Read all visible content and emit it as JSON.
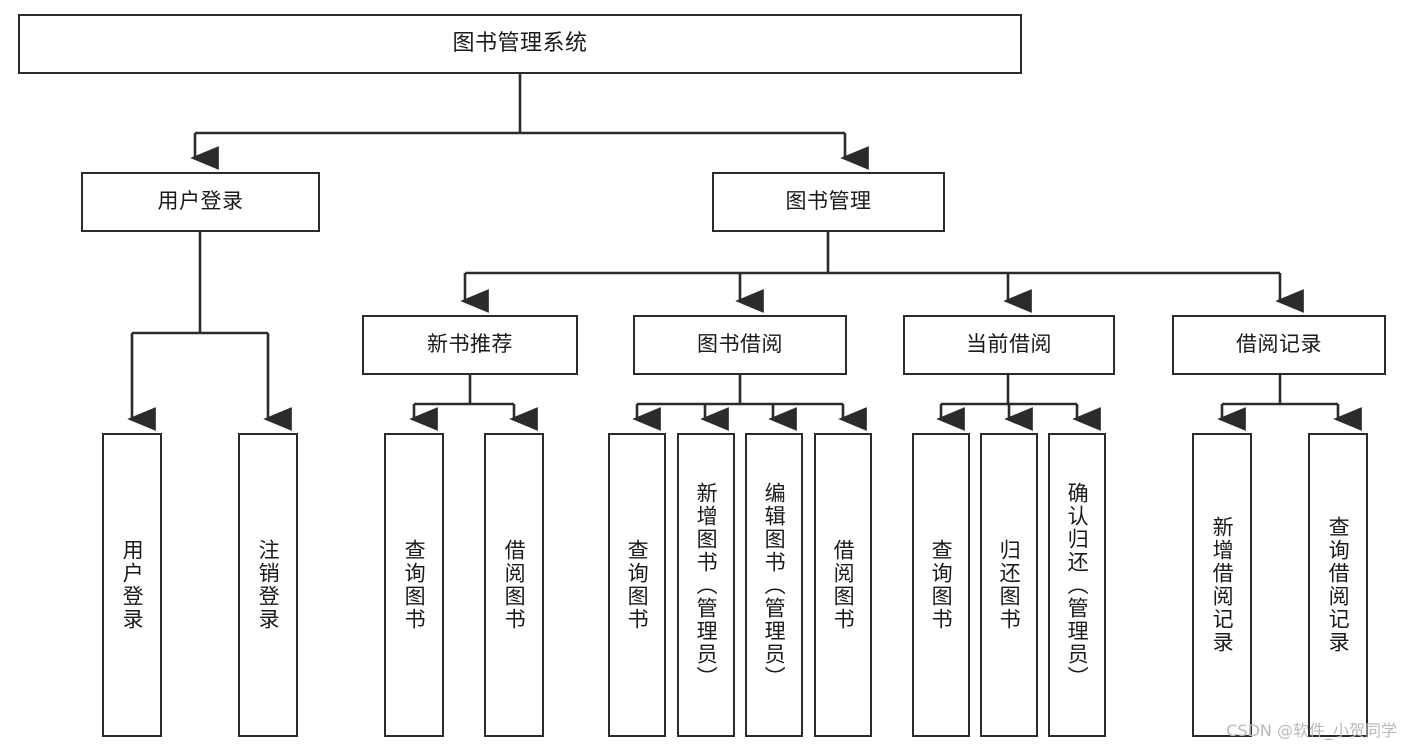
{
  "diagram": {
    "type": "tree",
    "title": "图书管理系统",
    "watermark": "CSDN @软件_小贺同学",
    "colors": {
      "background": "#ffffff",
      "stroke": "#2b2b2b",
      "node_fill": "#ffffff",
      "text": "#1a1a1a",
      "watermark": "#b9b9b9"
    },
    "nodes": {
      "root": {
        "label": "图书管理系统",
        "level": 0,
        "orientation": "horizontal"
      },
      "user_login": {
        "label": "用户登录",
        "level": 1,
        "orientation": "horizontal"
      },
      "book_manage": {
        "label": "图书管理",
        "level": 1,
        "orientation": "horizontal"
      },
      "new_book_rec": {
        "label": "新书推荐",
        "level": 2,
        "orientation": "horizontal"
      },
      "book_borrow": {
        "label": "图书借阅",
        "level": 2,
        "orientation": "horizontal"
      },
      "current_borrow": {
        "label": "当前借阅",
        "level": 2,
        "orientation": "horizontal"
      },
      "borrow_record": {
        "label": "借阅记录",
        "level": 2,
        "orientation": "horizontal"
      },
      "leaf_user_login": {
        "label": "用户登录",
        "level": 3,
        "orientation": "vertical"
      },
      "leaf_logout": {
        "label": "注销登录",
        "level": 3,
        "orientation": "vertical"
      },
      "leaf_query_book_1": {
        "label": "查询图书",
        "level": 3,
        "orientation": "vertical"
      },
      "leaf_borrow_book_1": {
        "label": "借阅图书",
        "level": 3,
        "orientation": "vertical"
      },
      "leaf_query_book_2": {
        "label": "查询图书",
        "level": 3,
        "orientation": "vertical"
      },
      "leaf_add_book": {
        "label": "新增图书（管理员）",
        "level": 3,
        "orientation": "vertical"
      },
      "leaf_edit_book": {
        "label": "编辑图书（管理员）",
        "level": 3,
        "orientation": "vertical"
      },
      "leaf_borrow_book_2": {
        "label": "借阅图书",
        "level": 3,
        "orientation": "vertical"
      },
      "leaf_query_book_3": {
        "label": "查询图书",
        "level": 3,
        "orientation": "vertical"
      },
      "leaf_return_book": {
        "label": "归还图书",
        "level": 3,
        "orientation": "vertical"
      },
      "leaf_confirm_return": {
        "label": "确认归还（管理员）",
        "level": 3,
        "orientation": "vertical"
      },
      "leaf_add_record": {
        "label": "新增借阅记录",
        "level": 3,
        "orientation": "vertical"
      },
      "leaf_query_record": {
        "label": "查询借阅记录",
        "level": 3,
        "orientation": "vertical"
      }
    },
    "edges": [
      {
        "from": "root",
        "to": "user_login"
      },
      {
        "from": "root",
        "to": "book_manage"
      },
      {
        "from": "user_login",
        "to": "leaf_user_login"
      },
      {
        "from": "user_login",
        "to": "leaf_logout"
      },
      {
        "from": "book_manage",
        "to": "new_book_rec"
      },
      {
        "from": "book_manage",
        "to": "book_borrow"
      },
      {
        "from": "book_manage",
        "to": "current_borrow"
      },
      {
        "from": "book_manage",
        "to": "borrow_record"
      },
      {
        "from": "new_book_rec",
        "to": "leaf_query_book_1"
      },
      {
        "from": "new_book_rec",
        "to": "leaf_borrow_book_1"
      },
      {
        "from": "book_borrow",
        "to": "leaf_query_book_2"
      },
      {
        "from": "book_borrow",
        "to": "leaf_add_book"
      },
      {
        "from": "book_borrow",
        "to": "leaf_edit_book"
      },
      {
        "from": "book_borrow",
        "to": "leaf_borrow_book_2"
      },
      {
        "from": "current_borrow",
        "to": "leaf_query_book_3"
      },
      {
        "from": "current_borrow",
        "to": "leaf_return_book"
      },
      {
        "from": "current_borrow",
        "to": "leaf_confirm_return"
      },
      {
        "from": "borrow_record",
        "to": "leaf_add_record"
      },
      {
        "from": "borrow_record",
        "to": "leaf_query_record"
      }
    ]
  }
}
